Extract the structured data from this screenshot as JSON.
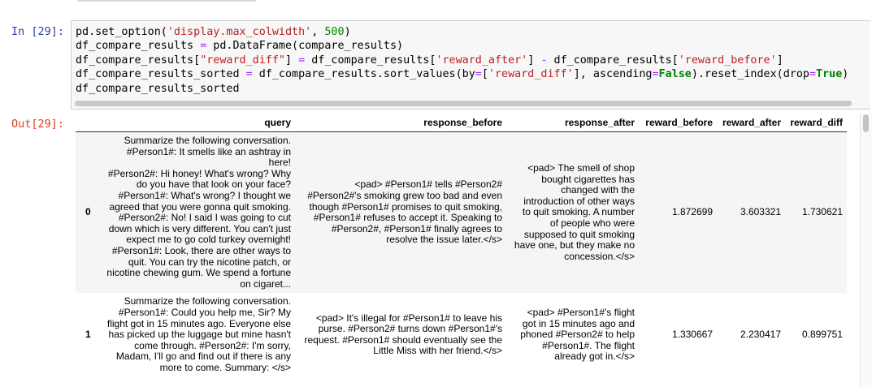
{
  "cell": {
    "in_prompt": "In [29]:",
    "out_prompt": "Out[29]:",
    "code_lines": [
      [
        {
          "t": "pd.set_option(",
          "c": ""
        },
        {
          "t": "'display.max_colwidth'",
          "c": "s"
        },
        {
          "t": ", ",
          "c": ""
        },
        {
          "t": "500",
          "c": "n"
        },
        {
          "t": ")",
          "c": ""
        }
      ],
      [
        {
          "t": "df_compare_results ",
          "c": ""
        },
        {
          "t": "=",
          "c": "eq"
        },
        {
          "t": " pd.DataFrame(compare_results)",
          "c": ""
        }
      ],
      [
        {
          "t": "df_compare_results[",
          "c": ""
        },
        {
          "t": "\"reward_diff\"",
          "c": "s"
        },
        {
          "t": "] ",
          "c": ""
        },
        {
          "t": "=",
          "c": "eq"
        },
        {
          "t": " df_compare_results[",
          "c": ""
        },
        {
          "t": "'reward_after'",
          "c": "s"
        },
        {
          "t": "] ",
          "c": ""
        },
        {
          "t": "-",
          "c": "o"
        },
        {
          "t": " df_compare_results[",
          "c": ""
        },
        {
          "t": "'reward_before'",
          "c": "s"
        },
        {
          "t": "]",
          "c": ""
        }
      ],
      [
        {
          "t": "df_compare_results_sorted ",
          "c": ""
        },
        {
          "t": "=",
          "c": "eq"
        },
        {
          "t": " df_compare_results.sort_values(by",
          "c": ""
        },
        {
          "t": "=",
          "c": "eq"
        },
        {
          "t": "[",
          "c": ""
        },
        {
          "t": "'reward_diff'",
          "c": "s"
        },
        {
          "t": "], ascending",
          "c": ""
        },
        {
          "t": "=",
          "c": "eq"
        },
        {
          "t": "False",
          "c": "k"
        },
        {
          "t": ").reset_index(drop",
          "c": ""
        },
        {
          "t": "=",
          "c": "eq"
        },
        {
          "t": "True",
          "c": "k"
        },
        {
          "t": ")",
          "c": ""
        }
      ],
      [
        {
          "t": "df_compare_results_sorted",
          "c": ""
        }
      ]
    ]
  },
  "table": {
    "columns": [
      "",
      "query",
      "response_before",
      "response_after",
      "reward_before",
      "reward_after",
      "reward_diff"
    ],
    "rows": [
      {
        "index": "0",
        "query_lines": [
          "Summarize the following conversation.",
          "#Person1#: It smells like an ashtray in here!",
          "#Person2#: Hi honey! What's wrong? Why",
          "do you have that look on your face?",
          "#Person1#: What's wrong? I thought we",
          "agreed that you were gonna quit smoking.",
          "#Person2#: No! I said I was going to cut",
          "down which is very different. You can't just",
          "expect me to go cold turkey overnight!",
          "#Person1#: Look, there are other ways to",
          "quit. You can try the nicotine patch, or",
          "nicotine chewing gum. We spend a fortune",
          "on cigaret..."
        ],
        "before_lines": [
          "<pad> #Person1# tells #Person2#",
          "#Person2#'s smoking grew too bad and even",
          "though #Person1# promises to quit smoking,",
          "#Person1# refuses to accept it. Speaking to",
          "#Person2#, #Person1# finally agrees to",
          "resolve the issue later.</s>"
        ],
        "after_lines": [
          "<pad> The smell of shop",
          "bought cigarettes has",
          "changed with the",
          "introduction of other ways",
          "to quit smoking. A number",
          "of people who were",
          "supposed to quit smoking",
          "have one, but they make no",
          "concession.</s>"
        ],
        "reward_before": "1.872699",
        "reward_after": "3.603321",
        "reward_diff": "1.730621"
      },
      {
        "index": "1",
        "query_lines": [
          "Summarize the following conversation.",
          "#Person1#: Could you help me, Sir? My",
          "flight got in 15 minutes ago. Everyone else",
          "has picked up the luggage but mine hasn't",
          "come through. #Person2#: I'm sorry,",
          "Madam, I'll go and find out if there is any",
          "more to come. Summary: </s>"
        ],
        "before_lines": [
          "<pad> It's illegal for #Person1# to leave his",
          "purse. #Person2# turns down #Person1#'s",
          "request. #Person1# should eventually see the",
          "Little Miss with her friend.</s>"
        ],
        "after_lines": [
          "<pad> #Person1#'s flight",
          "got in 15 minutes ago and",
          "phoned #Person2# to help",
          "#Person1#. The flight",
          "already got in.</s>"
        ],
        "reward_before": "1.330667",
        "reward_after": "2.230417",
        "reward_diff": "0.899751"
      }
    ]
  }
}
